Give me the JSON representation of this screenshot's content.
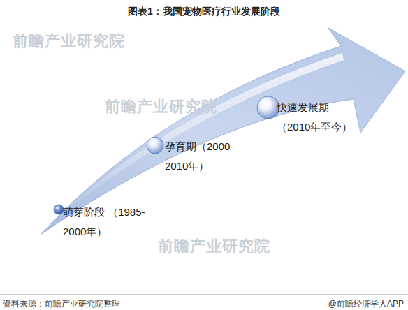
{
  "diagram": {
    "title": "图表1：我国宠物医疗行业发展阶段",
    "nodes": [
      {
        "text": [
          "萌芽阶段 （1985-2000年）"
        ]
      },
      {
        "text": [
          "孕育期（2000- 2010年）"
        ]
      },
      {
        "text": [
          "快速发展期 （2010年至今）"
        ]
      }
    ],
    "labels": [
      "资料来源：前瞻产业研究院整理",
      "@前瞻经济学人APP",
      "前瞻产业研究院",
      "前瞻产业研究院",
      "前瞻产业研究院"
    ]
  }
}
